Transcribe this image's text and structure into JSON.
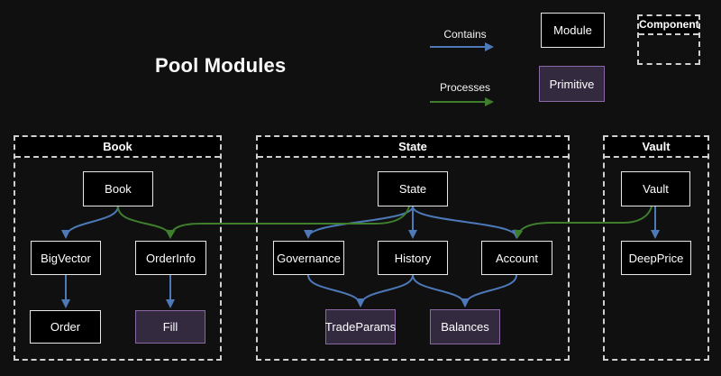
{
  "title": "Pool Modules",
  "legend": {
    "contains_label": "Contains",
    "processes_label": "Processes",
    "module_label": "Module",
    "primitive_label": "Primitive",
    "component_label": "Component"
  },
  "colors": {
    "contains": "#4d79b8",
    "processes": "#3e7e2d",
    "primitive_fill": "#332a40",
    "primitive_border": "#8a68a3"
  },
  "containers": {
    "book": {
      "title": "Book",
      "nodes": {
        "book": "Book",
        "bigvector": "BigVector",
        "orderinfo": "OrderInfo",
        "order": "Order",
        "fill": "Fill"
      }
    },
    "state": {
      "title": "State",
      "nodes": {
        "state": "State",
        "governance": "Governance",
        "history": "History",
        "account": "Account",
        "tradeparams": "TradeParams",
        "balances": "Balances"
      }
    },
    "vault": {
      "title": "Vault",
      "nodes": {
        "vault": "Vault",
        "deepprice": "DeepPrice"
      }
    }
  },
  "edges": [
    {
      "from": "Book",
      "to": "BigVector",
      "type": "contains"
    },
    {
      "from": "Book",
      "to": "OrderInfo",
      "type": "processes"
    },
    {
      "from": "BigVector",
      "to": "Order",
      "type": "contains"
    },
    {
      "from": "OrderInfo",
      "to": "Fill",
      "type": "contains"
    },
    {
      "from": "State",
      "to": "Governance",
      "type": "contains"
    },
    {
      "from": "State",
      "to": "History",
      "type": "contains"
    },
    {
      "from": "State",
      "to": "Account",
      "type": "contains"
    },
    {
      "from": "State",
      "to": "OrderInfo",
      "type": "processes"
    },
    {
      "from": "Governance",
      "to": "TradeParams",
      "type": "contains"
    },
    {
      "from": "History",
      "to": "TradeParams",
      "type": "contains"
    },
    {
      "from": "History",
      "to": "Balances",
      "type": "contains"
    },
    {
      "from": "Account",
      "to": "Balances",
      "type": "contains"
    },
    {
      "from": "Vault",
      "to": "DeepPrice",
      "type": "contains"
    },
    {
      "from": "Vault",
      "to": "Account",
      "type": "processes"
    }
  ]
}
